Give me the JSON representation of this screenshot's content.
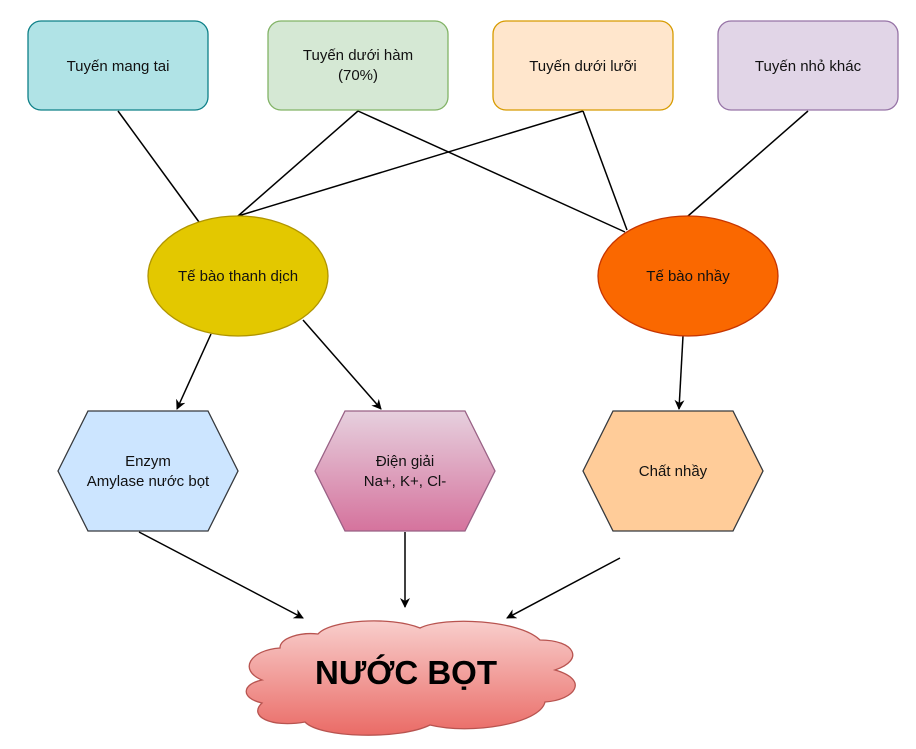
{
  "diagram": {
    "glands": [
      {
        "id": "parotid",
        "label": [
          "Tuyến mang tai"
        ],
        "fill": "#b0e3e6",
        "stroke": "#0e8088"
      },
      {
        "id": "submandibular",
        "label": [
          "Tuyến dưới hàm",
          "(70%)"
        ],
        "fill": "#d5e8d4",
        "stroke": "#82b366"
      },
      {
        "id": "sublingual",
        "label": [
          "Tuyến dưới lưỡi"
        ],
        "fill": "#ffe6cc",
        "stroke": "#d79b00"
      },
      {
        "id": "minor",
        "label": [
          "Tuyến nhỏ khác"
        ],
        "fill": "#e1d5e7",
        "stroke": "#9673a6"
      }
    ],
    "cells": [
      {
        "id": "serous",
        "label": "Tế bào thanh dịch",
        "fill": "#e3c800",
        "stroke": "#b09500"
      },
      {
        "id": "mucous",
        "label": "Tế bào nhầy",
        "fill": "#fa6800",
        "stroke": "#c73500"
      }
    ],
    "products": [
      {
        "id": "enzyme",
        "label": [
          "Enzym",
          "Amylase nước bọt"
        ],
        "fill": "#cce5ff",
        "stroke": "#36393d"
      },
      {
        "id": "electrolyte",
        "label": [
          "Điện giải",
          "Na+, K+, Cl-"
        ],
        "fill_top": "#e6d0de",
        "fill_bottom": "#d5739d",
        "stroke": "#996185"
      },
      {
        "id": "mucus",
        "label": [
          "Chất nhầy"
        ],
        "fill": "#ffcc99",
        "stroke": "#36393d"
      }
    ],
    "result": {
      "label": "NƯỚC BỌT",
      "fill_top": "#f8cecc",
      "fill_bottom": "#ea6b66",
      "stroke": "#b85450"
    },
    "connections": [
      {
        "from": "parotid",
        "to": "serous",
        "arrow": false
      },
      {
        "from": "submandibular",
        "to": "serous",
        "arrow": false
      },
      {
        "from": "submandibular",
        "to": "mucous",
        "arrow": false
      },
      {
        "from": "sublingual",
        "to": "serous",
        "arrow": false
      },
      {
        "from": "sublingual",
        "to": "mucous",
        "arrow": false
      },
      {
        "from": "minor",
        "to": "mucous",
        "arrow": false
      },
      {
        "from": "serous",
        "to": "enzyme",
        "arrow": true
      },
      {
        "from": "serous",
        "to": "electrolyte",
        "arrow": true
      },
      {
        "from": "mucous",
        "to": "mucus",
        "arrow": true
      },
      {
        "from": "enzyme",
        "to": "result",
        "arrow": true
      },
      {
        "from": "electrolyte",
        "to": "result",
        "arrow": true
      },
      {
        "from": "mucus",
        "to": "result",
        "arrow": true
      }
    ]
  }
}
